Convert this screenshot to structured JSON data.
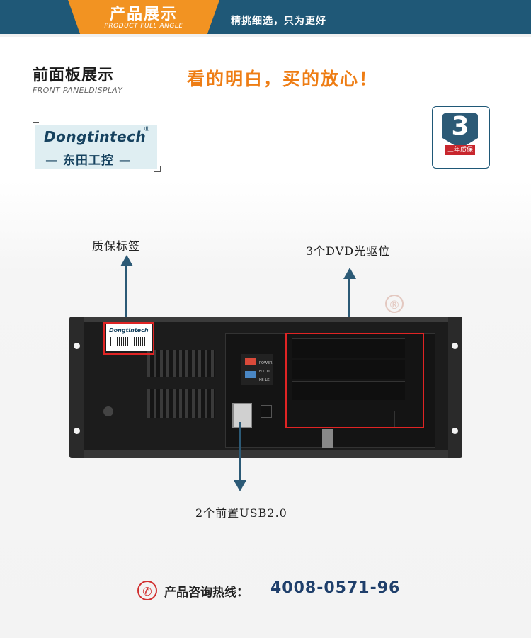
{
  "header": {
    "tab_title": "产品展示",
    "tab_subtitle": "PRODUCT FULL ANGLE",
    "slogan": "精挑细选，只为更好"
  },
  "section": {
    "title": "前面板展示",
    "subtitle": "FRONT PANELDISPLAY",
    "slogan": "看的明白，买的放心！"
  },
  "logo": {
    "brand": "Dongtintech",
    "registered": "®",
    "chinese": "— 东田工控 —"
  },
  "badge": {
    "number": "3",
    "label": "三年质保"
  },
  "callouts": {
    "warranty_label": "质保标签",
    "dvd_bays": "3个DVD光驱位",
    "front_usb": "2个前置USB2.0"
  },
  "chassis": {
    "sticker_brand": "Dongtintech",
    "power_label": "POWER",
    "hdd_label": "H D D",
    "kb_label": "KB-LK"
  },
  "footer": {
    "label": "产品咨询热线：",
    "phone": "4008-0571-96"
  },
  "colors": {
    "header_band": "#1f5877",
    "tab_orange": "#f29322",
    "slogan_orange": "#ee7d14",
    "arrow": "#2c5a76",
    "highlight_red": "#e02424"
  }
}
